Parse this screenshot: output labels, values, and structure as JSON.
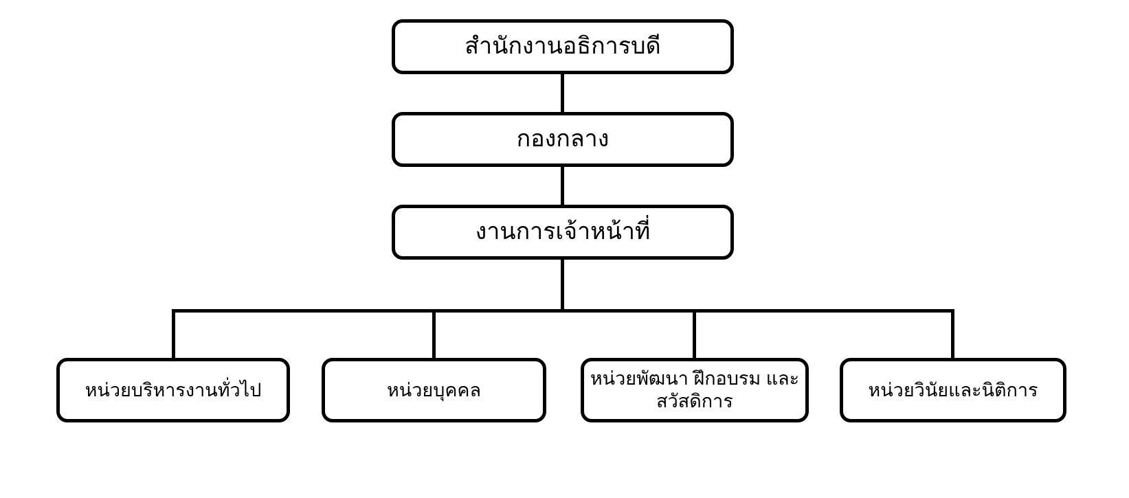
{
  "diagram": {
    "type": "org-chart",
    "background_color": "#ffffff",
    "box_fill_color": "#ffffff",
    "box_border_color": "#000000",
    "line_color": "#000000",
    "text_color": "#000000",
    "nodes": {
      "root": {
        "label": "สำนักงานอธิการบดี",
        "level": 1
      },
      "level2": {
        "label": "กองกลาง",
        "level": 2
      },
      "level3": {
        "label": "งานการเจ้าหน้าที่",
        "level": 3
      },
      "unit1": {
        "label": "หน่วยบริหารงานทั่วไป",
        "level": 4
      },
      "unit2": {
        "label": "หน่วยบุคคล",
        "level": 4
      },
      "unit3": {
        "label": "หน่วยพัฒนา ฝึกอบรม และสวัสดิการ",
        "level": 4
      },
      "unit4": {
        "label": "หน่วยวินัยและนิติการ",
        "level": 4
      }
    },
    "edges": [
      {
        "from": "root",
        "to": "level2"
      },
      {
        "from": "level2",
        "to": "level3"
      },
      {
        "from": "level3",
        "to": "unit1"
      },
      {
        "from": "level3",
        "to": "unit2"
      },
      {
        "from": "level3",
        "to": "unit3"
      },
      {
        "from": "level3",
        "to": "unit4"
      }
    ]
  }
}
